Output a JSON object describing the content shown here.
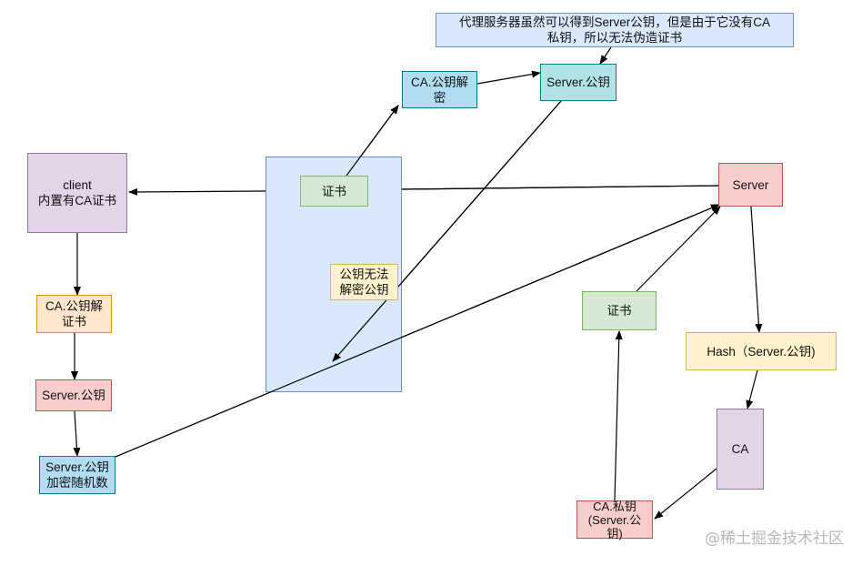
{
  "diagram": {
    "nodes": {
      "client": "client\n内置有CA证书",
      "ca_decrypt_cert": "CA.公钥解\n证书",
      "server_pubkey_left": "Server.公钥",
      "server_pubkey_encrypt": "Server.公钥\n加密随机数",
      "cert_center": "证书",
      "cannot_decrypt": "公钥无法\n解密公钥",
      "ca_pubkey_decrypt": "CA.公钥解\n密",
      "server_pubkey_top": "Server.公钥",
      "proxy_note": "代理服务器虽然可以得到Server公钥，但是由于它没有CA\n私钥，所以无法伪造证书",
      "server": "Server",
      "hash": "Hash（Server.公钥)",
      "ca": "CA",
      "ca_private": "CA.私钥\n(Server.公\n钥)",
      "cert_right": "证书"
    },
    "colors": {
      "purple_fill": "#e1d5e7",
      "orange_fill": "#ffe6cc",
      "red_fill": "#f8cecc",
      "blue_fill": "#b1ddf0",
      "light_blue_fill": "#dae8fc",
      "green_fill": "#d5e8d4",
      "teal_fill": "#b0e3e6",
      "yellow_fill": "#fff2cc"
    }
  },
  "watermark": "@稀土掘金技术社区"
}
